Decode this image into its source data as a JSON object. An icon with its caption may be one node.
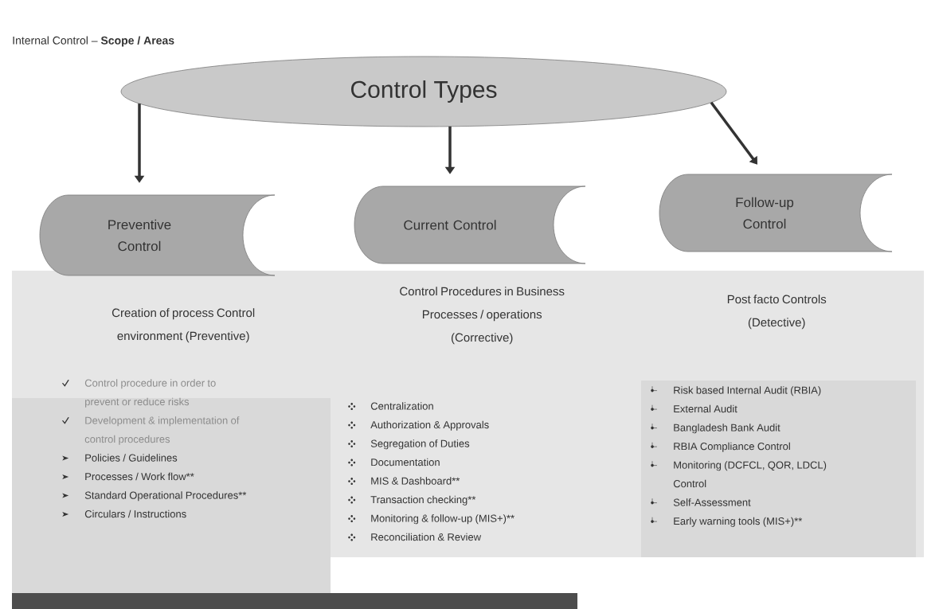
{
  "diagram": {
    "title": "Internal Control – **Scope / Areas**",
    "nodes": [
      {
        "text": [
          "Control Types"
        ]
      },
      {
        "text": [
          "Preventive Control"
        ]
      },
      {
        "text": [
          "Current Control"
        ]
      },
      {
        "text": [
          "Follow-up Control"
        ]
      },
      {
        "text": [
          "Creation of process Control environment (Preventive)",
          "Control procedure in order to prevent or reduce risks",
          "Development & implementation of control procedures",
          "Policies / Guidelines",
          "Processes / Work flow**",
          "Standard Operational Procedures**",
          "Circulars / Instructions"
        ]
      },
      {
        "text": [
          "Control Procedures in Business Processes / operations (Corrective)",
          "Centralization",
          "Authorization & Approvals",
          "Segregation of Duties",
          "Documentation",
          "MIS & Dashboard**",
          "Transaction checking**",
          "Monitoring & follow-up (MIS+)**",
          "Reconciliation & Review"
        ]
      },
      {
        "text": [
          "Post facto Controls (Detective)",
          "Risk based Internal Audit (RBIA)",
          "External Audit",
          "Bangladesh Bank Audit",
          "RBIA Compliance Control",
          "Monitoring (DCFCL, QOR, LDCL) Control",
          "Self-Assessment",
          "Early warning tools (MIS+)**"
        ]
      }
    ],
    "edges": [
      {
        "from": 0,
        "to": 1,
        "arrow": "to"
      },
      {
        "from": 0,
        "to": 2,
        "arrow": "to"
      },
      {
        "from": 0,
        "to": 3,
        "arrow": "to"
      }
    ]
  }
}
